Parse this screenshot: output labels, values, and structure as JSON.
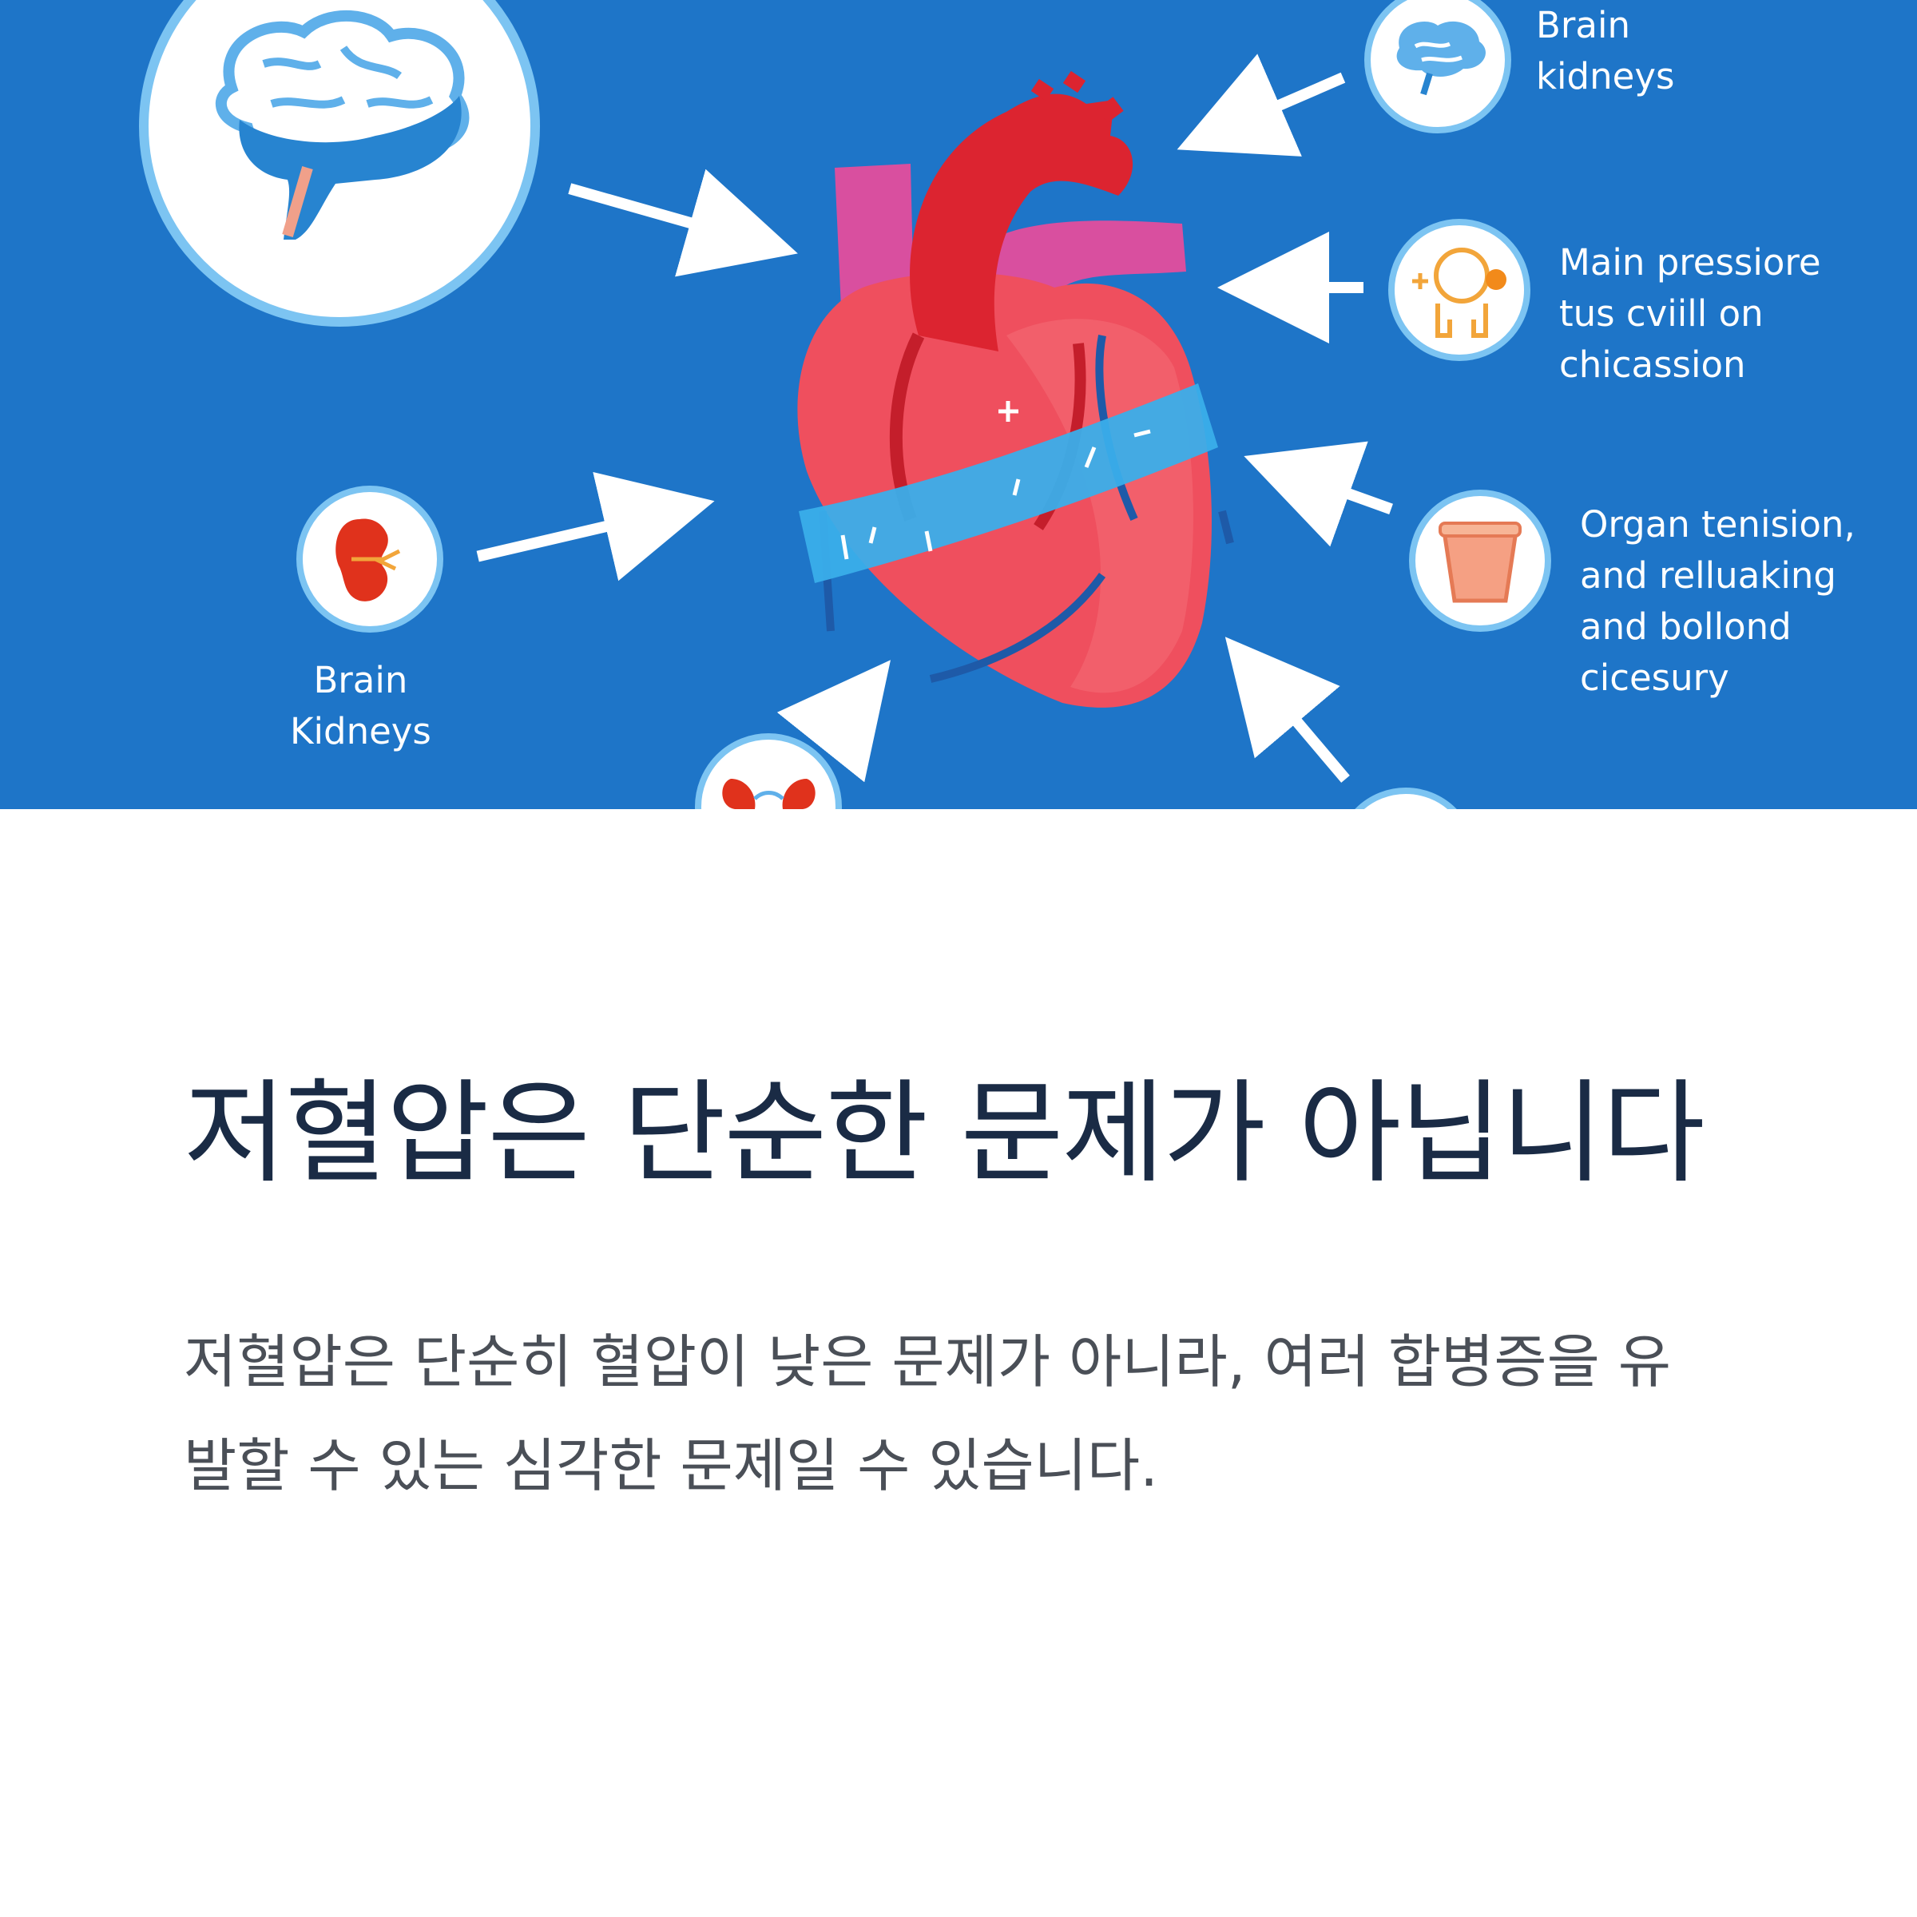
{
  "hero": {
    "labels": {
      "top_right": [
        "Brain",
        "kidneys"
      ],
      "middle_right": [
        "Main pressiore",
        "tus cviill on",
        "chicassion"
      ],
      "right": [
        "Organ tenision,",
        "and relluaking",
        "and bollond",
        "cicesury"
      ],
      "left": [
        "Brain",
        "Kidneys"
      ]
    },
    "icons": {
      "top_left": "brain-icon",
      "top_right": "brain-icon",
      "middle_right": "person-icon",
      "right": "cup-icon",
      "left": "kidney-icon",
      "bottom": "kidneys-icon",
      "center": "heart-icon"
    },
    "colors": {
      "background": "#1e75c8",
      "heart": "#ef4f5e",
      "aorta": "#dc2430",
      "vessels": "#d94f9f",
      "cuff": "#3aaeea"
    }
  },
  "article": {
    "title": "저혈압은 단순한 문제가 아닙니다",
    "body": "저혈압은 단순히 혈압이 낮은 문제가 아니라, 여러 합병증을 유발할 수 있는 심각한 문제일 수 있습니다."
  }
}
